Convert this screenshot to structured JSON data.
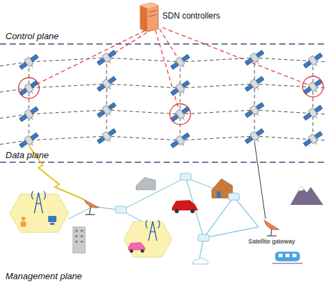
{
  "diagram": {
    "nodes": [
      {
        "text": [
          "SDN controllers"
        ]
      },
      {
        "text": [
          "Satellite gateway"
        ]
      }
    ],
    "labels": [
      "Control plane",
      "Data plane",
      "Management plane"
    ]
  }
}
